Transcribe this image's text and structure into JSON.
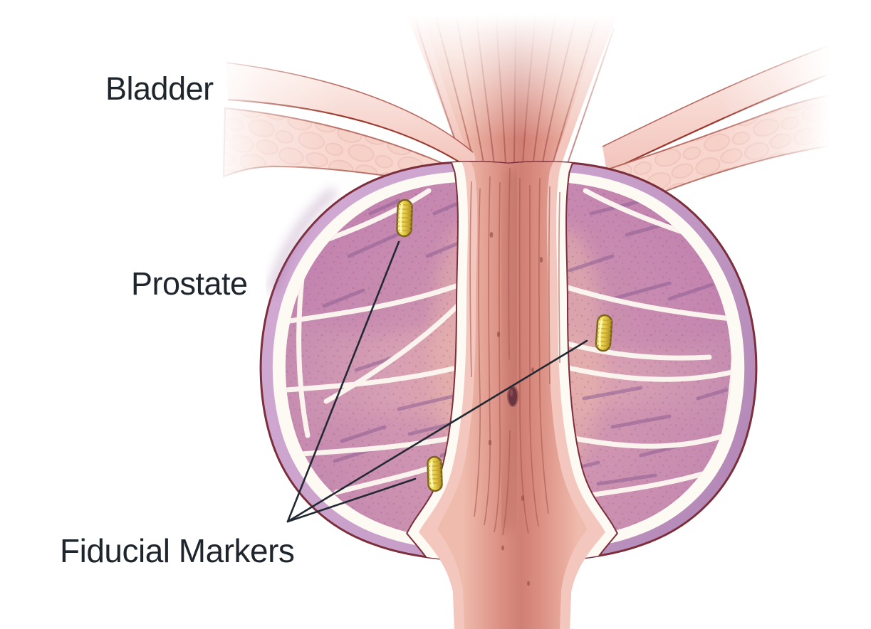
{
  "illustration": {
    "title": "Prostate fiducial marker placement illustration",
    "labels": {
      "bladder": "Bladder",
      "prostate": "Prostate",
      "fiducial_markers": "Fiducial Markers"
    },
    "markers": {
      "count": 3,
      "description": "gold seed fiducial markers implanted in prostate"
    },
    "colors": {
      "label_text": "#1e252d",
      "leader_line": "#222933",
      "marker_gold": "#f2e263",
      "marker_gold_dark": "#a8861f",
      "marker_outline": "#7a641c",
      "capsule_lavender": "#c79fc9",
      "capsule_outline": "#7c2e3a",
      "gland_pink": "#d49ab5",
      "urethra_rose": "#d28176",
      "bladder_wall_pink": "#efb6ac",
      "bladder_wall_outline": "#bd6a60",
      "septa_white": "#fdf9f2"
    }
  }
}
